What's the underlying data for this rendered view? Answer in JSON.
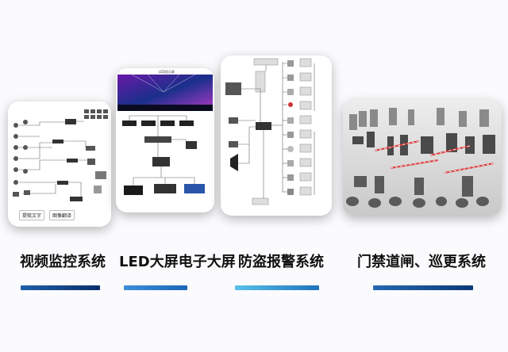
{
  "cards": [
    {
      "title": "视频监控系统",
      "chips": [
        "提取文字",
        "图像翻译"
      ],
      "bar_color": "#1f5fa8"
    },
    {
      "title": "LED大屏电子大屏",
      "screen_caption": "LED显示屏",
      "bar_color": "#2f80d0"
    },
    {
      "title": "防盗报警系统",
      "bar_color": "#3aa6dc"
    },
    {
      "title": "门禁道闸、巡更系统",
      "bar_color": "#1d56a0"
    }
  ]
}
